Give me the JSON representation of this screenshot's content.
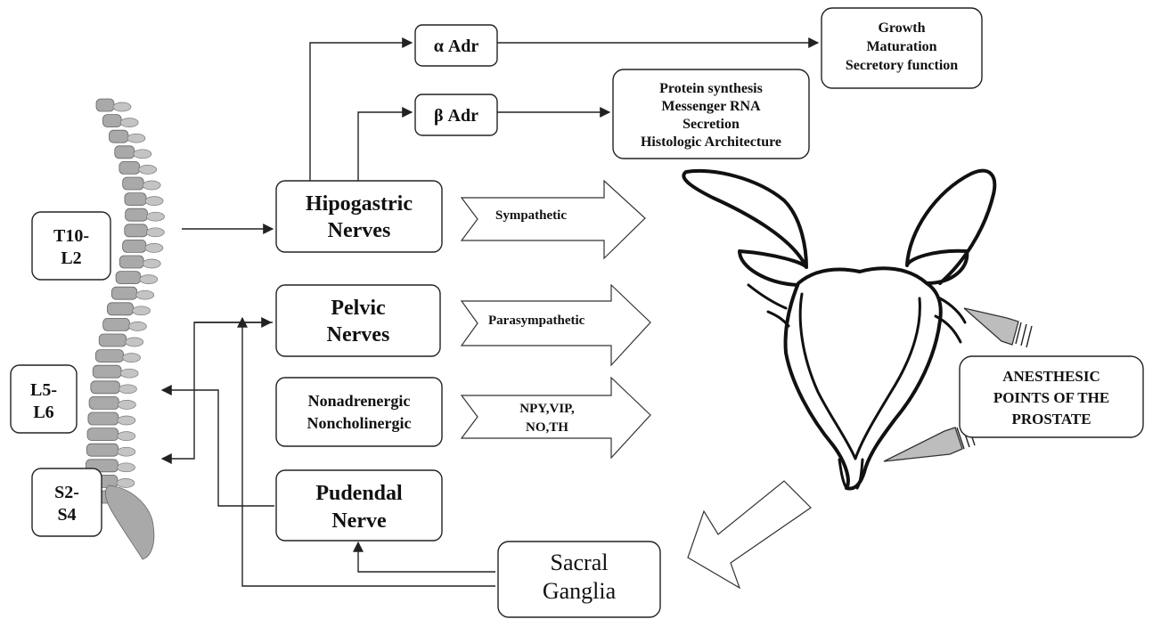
{
  "diagram": {
    "spinal_levels": {
      "t10_l2": [
        "T10-",
        "L2"
      ],
      "l5_l6": [
        "L5-",
        "L6"
      ],
      "s2_s4": [
        "S2-",
        "S4"
      ]
    },
    "nerves": {
      "hipogastric": [
        "Hipogastric",
        "Nerves"
      ],
      "pelvic": [
        "Pelvic",
        "Nerves"
      ],
      "nanc": [
        "Nonadrenergic",
        "Noncholinergic"
      ],
      "pudendal": [
        "Pudendal",
        "Nerve"
      ]
    },
    "receptors": {
      "alpha": "α Adr",
      "beta": "β Adr"
    },
    "effects": {
      "alpha": [
        "Growth",
        "Maturation",
        "Secretory function"
      ],
      "beta": [
        "Protein synthesis",
        "Messenger RNA",
        "Secretion",
        "Histologic Architecture"
      ]
    },
    "pathways": {
      "sympathetic": "Sympathetic",
      "parasympathetic": "Parasympathetic",
      "nanc": [
        "NPY,VIP,",
        "NO,TH"
      ]
    },
    "anesthesic_points": [
      "ANESTHESIC",
      "POINTS OF THE",
      "PROSTATE"
    ],
    "sacral_ganglia": [
      "Sacral",
      "Ganglia"
    ],
    "colors": {
      "line": "#222222",
      "bone": "#a9a9a9",
      "needle": "#bdbdbd"
    },
    "icons": [
      "spine-illustration",
      "prostate-illustration",
      "needle-icon"
    ]
  }
}
